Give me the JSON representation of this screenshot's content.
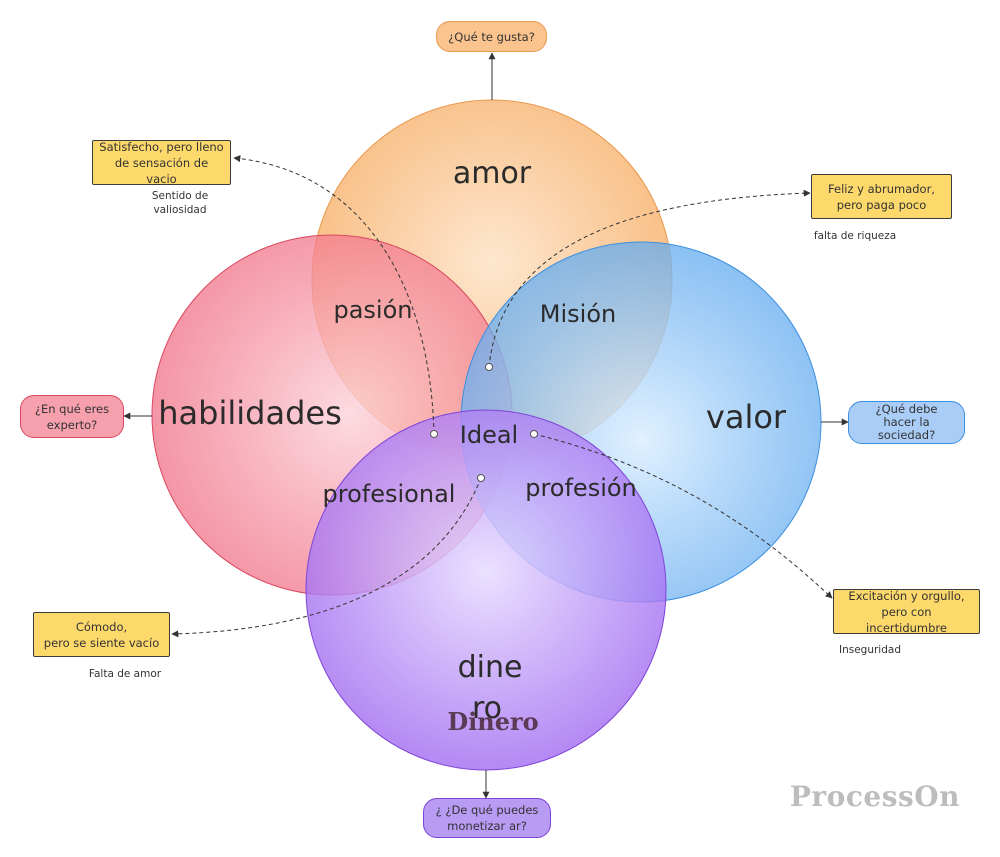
{
  "circles": {
    "amor": "amor",
    "habilidades": "habilidades",
    "valor": "valor",
    "dinero_line1": "dine",
    "dinero_line2": "ro",
    "dinero_overlay": "Dinero"
  },
  "intersections": {
    "pasion": "pasión",
    "mision": "Misión",
    "profesional": "profesional",
    "profesion": "profesión",
    "ideal": "Ideal"
  },
  "questions": {
    "top": "¿Qué te gusta?",
    "left_line1": "¿En qué eres",
    "left_line2": "experto?",
    "right_line1": "¿Qué debe",
    "right_line2": "hacer la",
    "right_line3": "sociedad?",
    "bottom_line1": "¿ ¿De qué puedes",
    "bottom_line2": "monetizar ar?"
  },
  "notes": {
    "top_left_line1": "Satisfecho, pero lleno",
    "top_left_line2": "de sensación de vacio",
    "top_right_line1": "Feliz y abrumador,",
    "top_right_line2": "pero paga poco",
    "bottom_left_line1": "Cómodo,",
    "bottom_left_line2": "pero se siente vacío",
    "bottom_right_line1": "Excitación y orgullo,",
    "bottom_right_line2": "pero con incertidumbre"
  },
  "captions": {
    "top_left_line1": "Sentido de",
    "top_left_line2": "valiosidad",
    "top_right": "falta de riqueza",
    "bottom_left": "Falta de amor",
    "bottom_right": "Inseguridad"
  },
  "watermark": "ProcessOn",
  "colors": {
    "amor": "#f6a75a",
    "habilidades": "#f06a80",
    "valor": "#5aa6ee",
    "dinero": "#9c62f0",
    "note_fill": "#fdd96b",
    "top_pill": "#fbc48e",
    "left_pill": "#f6a0ae",
    "right_pill": "#a9cdf6",
    "bottom_pill": "#b89cf4"
  }
}
